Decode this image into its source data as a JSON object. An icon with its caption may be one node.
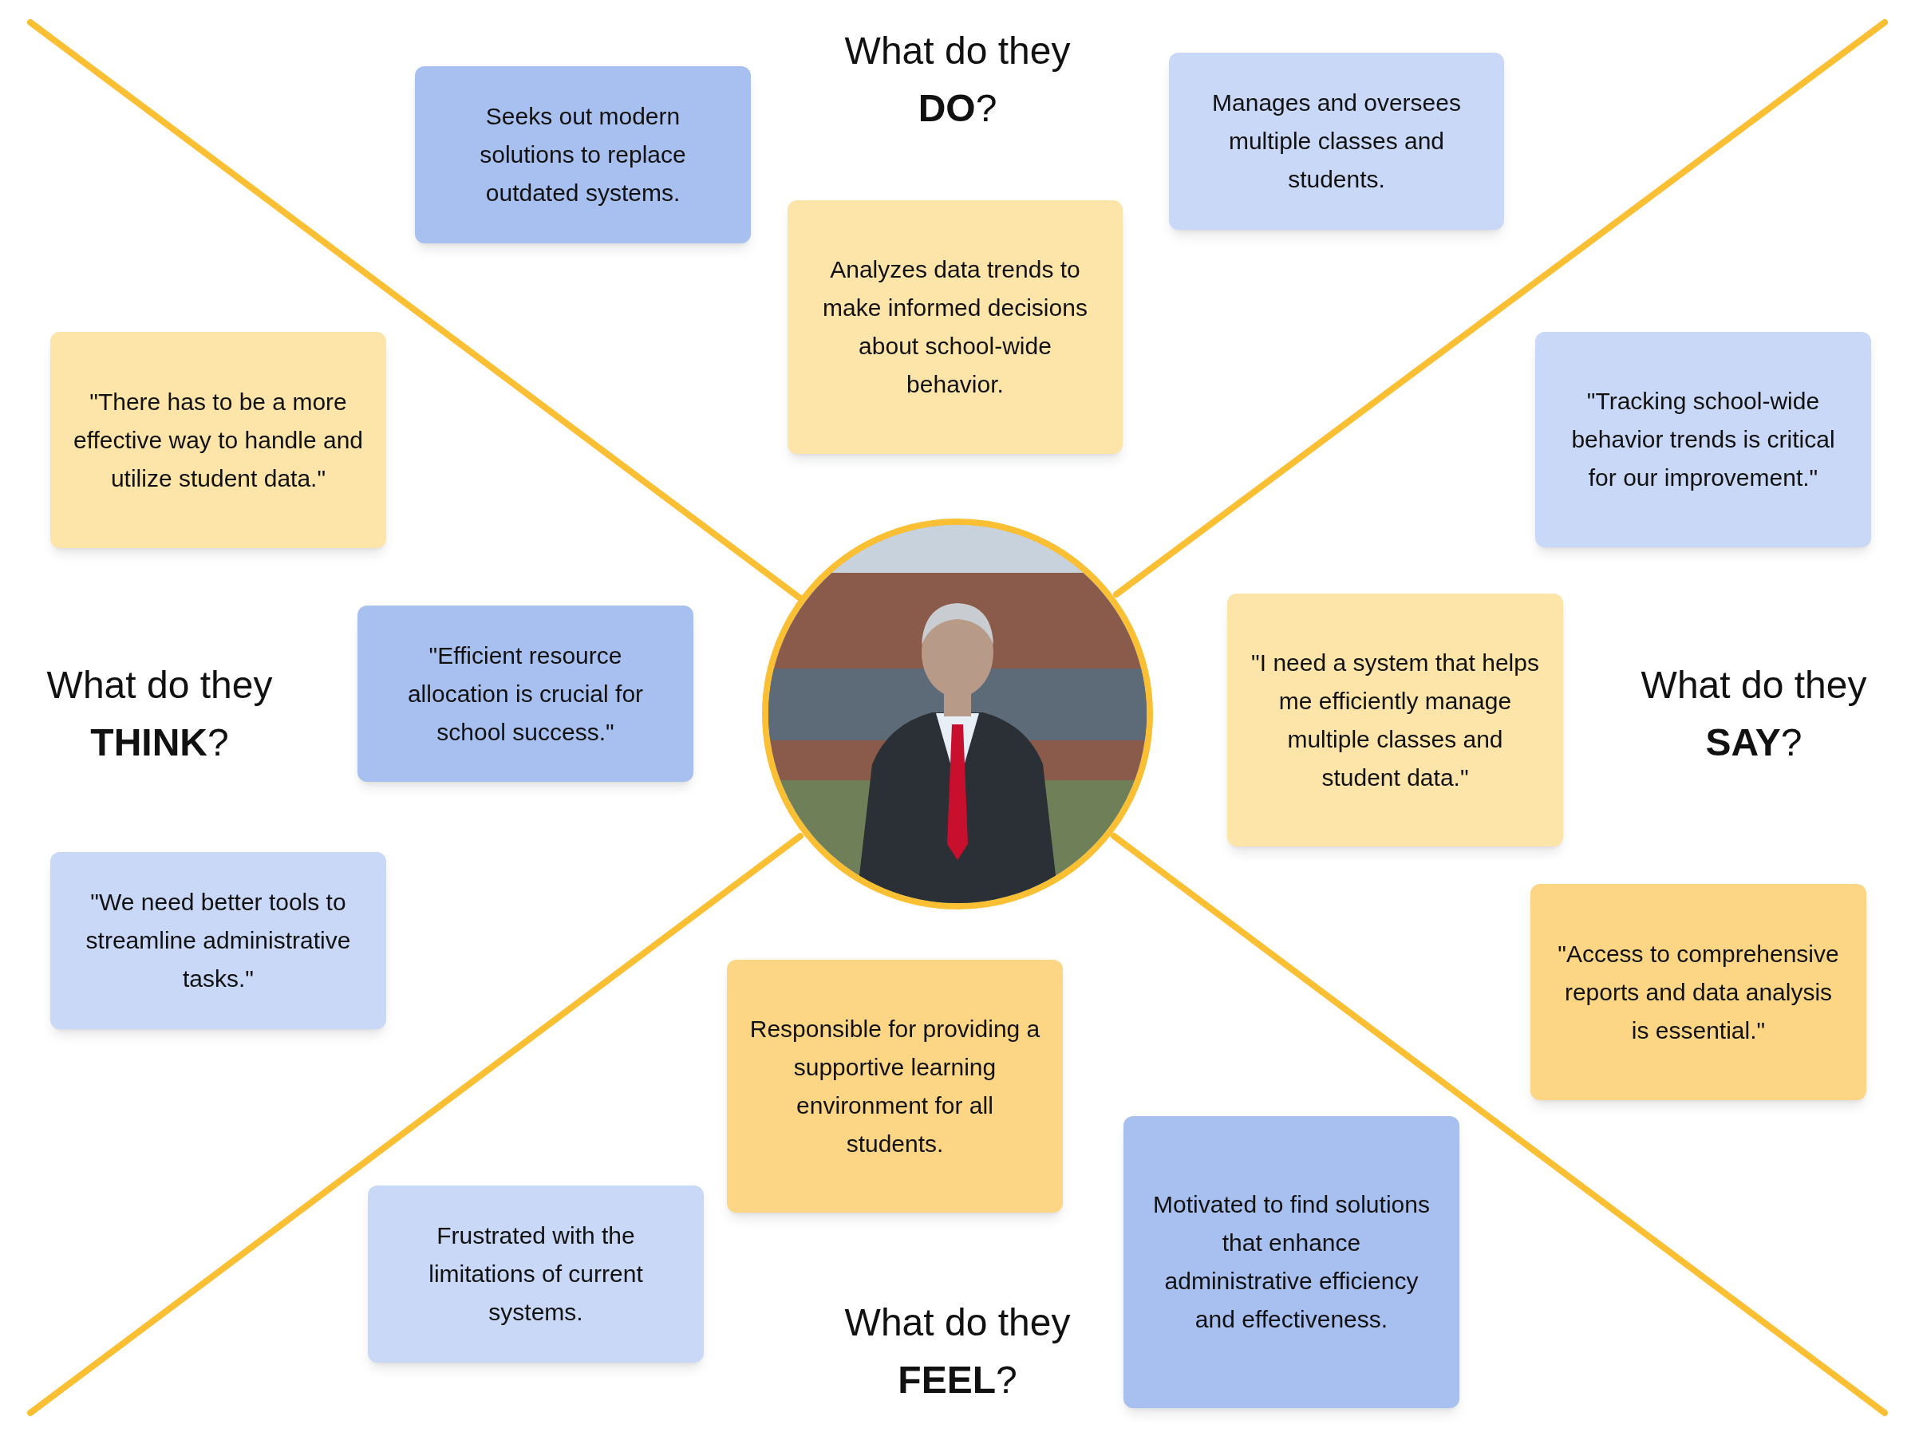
{
  "diagram": {
    "nodes": [
      {
        "text": [
          "Seeks out modern solutions to replace outdated systems."
        ]
      },
      {
        "text": [
          "Manages and oversees multiple classes and students."
        ]
      },
      {
        "text": [
          "Analyzes data trends to make informed decisions about school-wide behavior."
        ]
      },
      {
        "text": [
          "\"There has to be a more effective way to handle and utilize student data.\""
        ]
      },
      {
        "text": [
          "\"Tracking school-wide behavior trends is critical for our improvement.\""
        ]
      },
      {
        "text": [
          "\"Efficient resource allocation is crucial for school success.\""
        ]
      },
      {
        "text": [
          "\"I need a system that helps me efficiently manage multiple classes and student data.\""
        ]
      },
      {
        "text": [
          "\"We need better tools to streamline administrative tasks.\""
        ]
      },
      {
        "text": [
          "\"Access to comprehensive reports and data analysis is essential.\""
        ]
      },
      {
        "text": [
          "Responsible for providing a supportive learning environment for all students."
        ]
      },
      {
        "text": [
          "Motivated to find solutions that enhance administrative efficiency and effectiveness."
        ]
      },
      {
        "text": [
          "Frustrated with the limitations of current systems."
        ]
      },
      {
        "text": [],
        "shape": "picture"
      }
    ],
    "labels": [
      "What do they **DO**?",
      "What do they **THINK**?",
      "What do they **SAY**?",
      "What do they **FEEL**?"
    ]
  }
}
